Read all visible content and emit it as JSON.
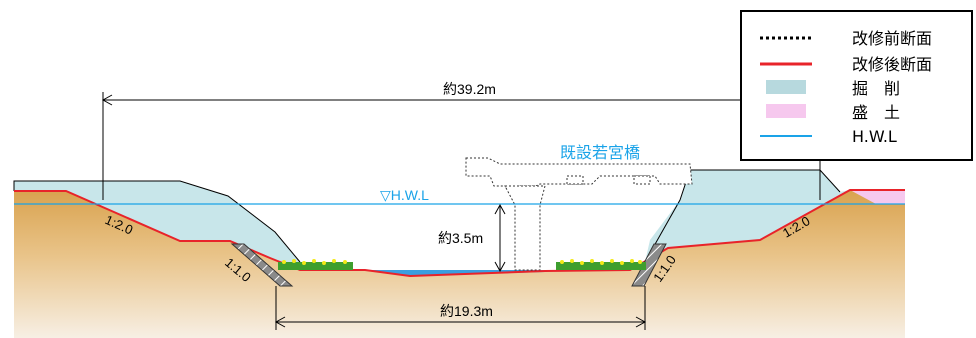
{
  "labels": {
    "total_width": "約39.2m",
    "depth": "約3.5m",
    "bottom_width": "約19.3m",
    "bridge": "既設若宮橋",
    "hwl_mark": "▽H.W.L",
    "slope_left_upper": "1:2.0",
    "slope_right_upper": "1:2.0",
    "slope_left_lower": "1:1.0",
    "slope_right_lower": "1:1.0"
  },
  "legend": [
    {
      "style": "dotted",
      "label": "改修前断面"
    },
    {
      "style": "red-line",
      "label": "改修後断面"
    },
    {
      "style": "excavation",
      "label": "掘　削"
    },
    {
      "style": "fill",
      "label": "盛　土"
    },
    {
      "style": "hwl-line",
      "label": "H.W.L"
    }
  ],
  "colors": {
    "soil": "#dcaa5c",
    "excavation": "#c8e6ea",
    "fill": "#f6c8ee",
    "new_section": "#e8232a",
    "hwl": "#1aa3e8",
    "water": "#3b9ee0",
    "grass": "#3e9e2e",
    "flower": "#f2e818"
  }
}
